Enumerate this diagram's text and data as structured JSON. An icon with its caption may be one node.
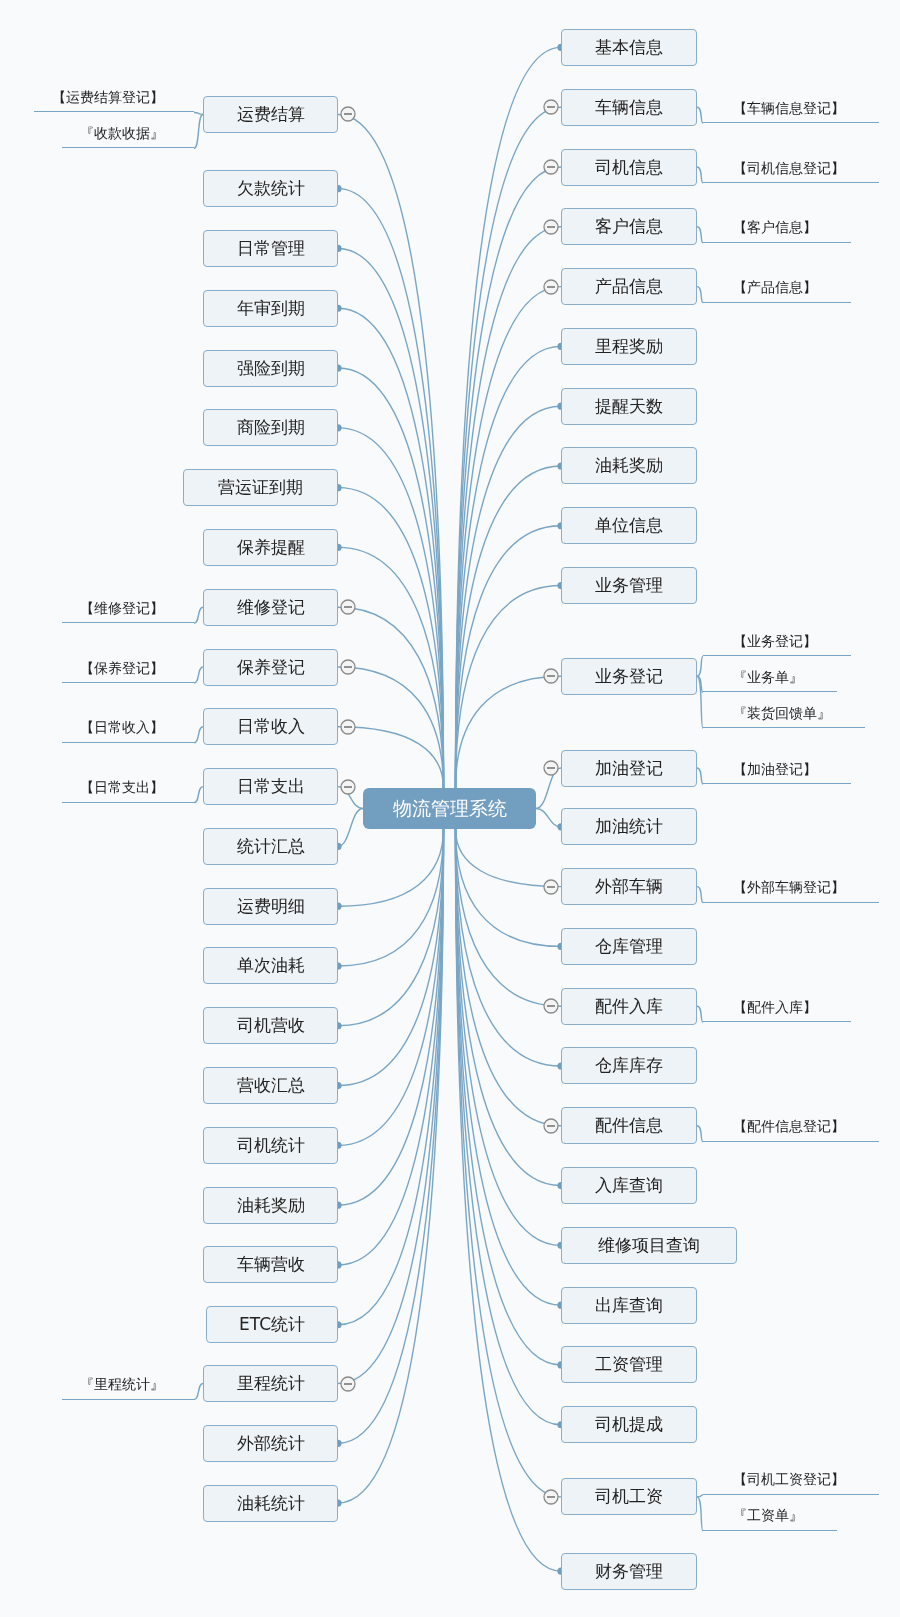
{
  "diagram": {
    "nodes": [
      {
        "text": [
          "物流管理系统"
        ]
      },
      {
        "text": [
          "运费结算"
        ]
      },
      {
        "text": [
          "【运费结算登记】"
        ]
      },
      {
        "text": [
          "『收款收据』"
        ]
      },
      {
        "text": [
          "欠款统计"
        ]
      },
      {
        "text": [
          "日常管理"
        ]
      },
      {
        "text": [
          "年审到期"
        ]
      },
      {
        "text": [
          "强险到期"
        ]
      },
      {
        "text": [
          "商险到期"
        ]
      },
      {
        "text": [
          "营运证到期"
        ]
      },
      {
        "text": [
          "保养提醒"
        ]
      },
      {
        "text": [
          "维修登记"
        ]
      },
      {
        "text": [
          "【维修登记】"
        ]
      },
      {
        "text": [
          "保养登记"
        ]
      },
      {
        "text": [
          "【保养登记】"
        ]
      },
      {
        "text": [
          "日常收入"
        ]
      },
      {
        "text": [
          "【日常收入】"
        ]
      },
      {
        "text": [
          "日常支出"
        ]
      },
      {
        "text": [
          "【日常支出】"
        ]
      },
      {
        "text": [
          "统计汇总"
        ]
      },
      {
        "text": [
          "运费明细"
        ]
      },
      {
        "text": [
          "单次油耗"
        ]
      },
      {
        "text": [
          "司机营收"
        ]
      },
      {
        "text": [
          "营收汇总"
        ]
      },
      {
        "text": [
          "司机统计"
        ]
      },
      {
        "text": [
          "油耗奖励"
        ]
      },
      {
        "text": [
          "车辆营收"
        ]
      },
      {
        "text": [
          "ETC统计"
        ]
      },
      {
        "text": [
          "里程统计"
        ]
      },
      {
        "text": [
          "『里程统计』"
        ]
      },
      {
        "text": [
          "外部统计"
        ]
      },
      {
        "text": [
          "油耗统计"
        ]
      },
      {
        "text": [
          "基本信息"
        ]
      },
      {
        "text": [
          "车辆信息"
        ]
      },
      {
        "text": [
          "【车辆信息登记】"
        ]
      },
      {
        "text": [
          "司机信息"
        ]
      },
      {
        "text": [
          "【司机信息登记】"
        ]
      },
      {
        "text": [
          "客户信息"
        ]
      },
      {
        "text": [
          "【客户信息】"
        ]
      },
      {
        "text": [
          "产品信息"
        ]
      },
      {
        "text": [
          "【产品信息】"
        ]
      },
      {
        "text": [
          "里程奖励"
        ]
      },
      {
        "text": [
          "提醒天数"
        ]
      },
      {
        "text": [
          "油耗奖励"
        ]
      },
      {
        "text": [
          "单位信息"
        ]
      },
      {
        "text": [
          "业务管理"
        ]
      },
      {
        "text": [
          "业务登记"
        ]
      },
      {
        "text": [
          "【业务登记】"
        ]
      },
      {
        "text": [
          "『业务单』"
        ]
      },
      {
        "text": [
          "『装货回馈单』"
        ]
      },
      {
        "text": [
          "加油登记"
        ]
      },
      {
        "text": [
          "【加油登记】"
        ]
      },
      {
        "text": [
          "加油统计"
        ]
      },
      {
        "text": [
          "外部车辆"
        ]
      },
      {
        "text": [
          "【外部车辆登记】"
        ]
      },
      {
        "text": [
          "仓库管理"
        ]
      },
      {
        "text": [
          "配件入库"
        ]
      },
      {
        "text": [
          "【配件入库】"
        ]
      },
      {
        "text": [
          "仓库库存"
        ]
      },
      {
        "text": [
          "配件信息"
        ]
      },
      {
        "text": [
          "【配件信息登记】"
        ]
      },
      {
        "text": [
          "入库查询"
        ]
      },
      {
        "text": [
          "维修项目查询"
        ]
      },
      {
        "text": [
          "出库查询"
        ]
      },
      {
        "text": [
          "工资管理"
        ]
      },
      {
        "text": [
          "司机提成"
        ]
      },
      {
        "text": [
          "司机工资"
        ]
      },
      {
        "text": [
          "【司机工资登记】"
        ]
      },
      {
        "text": [
          "『工资单』"
        ]
      },
      {
        "text": [
          "财务管理"
        ]
      }
    ],
    "edges": [
      {
        "from": 0,
        "to": 1,
        "arrow": "none"
      },
      {
        "from": 1,
        "to": 2,
        "arrow": "none"
      },
      {
        "from": 1,
        "to": 3,
        "arrow": "none"
      },
      {
        "from": 0,
        "to": 4,
        "arrow": "other"
      },
      {
        "from": 0,
        "to": 5,
        "arrow": "other"
      },
      {
        "from": 0,
        "to": 6,
        "arrow": "other"
      },
      {
        "from": 0,
        "to": 7,
        "arrow": "other"
      },
      {
        "from": 0,
        "to": 8,
        "arrow": "other"
      },
      {
        "from": 0,
        "to": 9,
        "arrow": "other"
      },
      {
        "from": 0,
        "to": 10,
        "arrow": "other"
      },
      {
        "from": 0,
        "to": 11,
        "arrow": "none"
      },
      {
        "from": 11,
        "to": 12,
        "arrow": "none"
      },
      {
        "from": 0,
        "to": 13,
        "arrow": "none"
      },
      {
        "from": 13,
        "to": 14,
        "arrow": "none"
      },
      {
        "from": 0,
        "to": 15,
        "arrow": "none"
      },
      {
        "from": 15,
        "to": 16,
        "arrow": "none"
      },
      {
        "from": 0,
        "to": 17,
        "arrow": "none"
      },
      {
        "from": 17,
        "to": 18,
        "arrow": "none"
      },
      {
        "from": 0,
        "to": 19,
        "arrow": "other"
      },
      {
        "from": 0,
        "to": 20,
        "arrow": "other"
      },
      {
        "from": 0,
        "to": 21,
        "arrow": "other"
      },
      {
        "from": 0,
        "to": 22,
        "arrow": "other"
      },
      {
        "from": 0,
        "to": 23,
        "arrow": "other"
      },
      {
        "from": 0,
        "to": 24,
        "arrow": "other"
      },
      {
        "from": 0,
        "to": 25,
        "arrow": "other"
      },
      {
        "from": 0,
        "to": 26,
        "arrow": "other"
      },
      {
        "from": 0,
        "to": 27,
        "arrow": "other"
      },
      {
        "from": 0,
        "to": 28,
        "arrow": "none"
      },
      {
        "from": 28,
        "to": 29,
        "arrow": "none"
      },
      {
        "from": 0,
        "to": 30,
        "arrow": "other"
      },
      {
        "from": 0,
        "to": 31,
        "arrow": "other"
      },
      {
        "from": 0,
        "to": 32,
        "arrow": "other"
      },
      {
        "from": 0,
        "to": 33,
        "arrow": "none"
      },
      {
        "from": 33,
        "to": 34,
        "arrow": "none"
      },
      {
        "from": 0,
        "to": 35,
        "arrow": "none"
      },
      {
        "from": 35,
        "to": 36,
        "arrow": "none"
      },
      {
        "from": 0,
        "to": 37,
        "arrow": "none"
      },
      {
        "from": 37,
        "to": 38,
        "arrow": "none"
      },
      {
        "from": 0,
        "to": 39,
        "arrow": "none"
      },
      {
        "from": 39,
        "to": 40,
        "arrow": "none"
      },
      {
        "from": 0,
        "to": 41,
        "arrow": "other"
      },
      {
        "from": 0,
        "to": 42,
        "arrow": "other"
      },
      {
        "from": 0,
        "to": 43,
        "arrow": "other"
      },
      {
        "from": 0,
        "to": 44,
        "arrow": "other"
      },
      {
        "from": 0,
        "to": 45,
        "arrow": "other"
      },
      {
        "from": 0,
        "to": 46,
        "arrow": "none"
      },
      {
        "from": 46,
        "to": 47,
        "arrow": "none"
      },
      {
        "from": 46,
        "to": 48,
        "arrow": "none"
      },
      {
        "from": 46,
        "to": 49,
        "arrow": "none"
      },
      {
        "from": 0,
        "to": 50,
        "arrow": "none"
      },
      {
        "from": 50,
        "to": 51,
        "arrow": "none"
      },
      {
        "from": 0,
        "to": 52,
        "arrow": "other"
      },
      {
        "from": 0,
        "to": 53,
        "arrow": "none"
      },
      {
        "from": 53,
        "to": 54,
        "arrow": "none"
      },
      {
        "from": 0,
        "to": 55,
        "arrow": "other"
      },
      {
        "from": 0,
        "to": 56,
        "arrow": "none"
      },
      {
        "from": 56,
        "to": 57,
        "arrow": "none"
      },
      {
        "from": 0,
        "to": 58,
        "arrow": "other"
      },
      {
        "from": 0,
        "to": 59,
        "arrow": "none"
      },
      {
        "from": 59,
        "to": 60,
        "arrow": "none"
      },
      {
        "from": 0,
        "to": 61,
        "arrow": "other"
      },
      {
        "from": 0,
        "to": 62,
        "arrow": "other"
      },
      {
        "from": 0,
        "to": 63,
        "arrow": "other"
      },
      {
        "from": 0,
        "to": 64,
        "arrow": "other"
      },
      {
        "from": 0,
        "to": 65,
        "arrow": "other"
      },
      {
        "from": 0,
        "to": 66,
        "arrow": "none"
      },
      {
        "from": 66,
        "to": 67,
        "arrow": "none"
      },
      {
        "from": 66,
        "to": 68,
        "arrow": "none"
      },
      {
        "from": 0,
        "to": 69,
        "arrow": "other"
      }
    ]
  }
}
